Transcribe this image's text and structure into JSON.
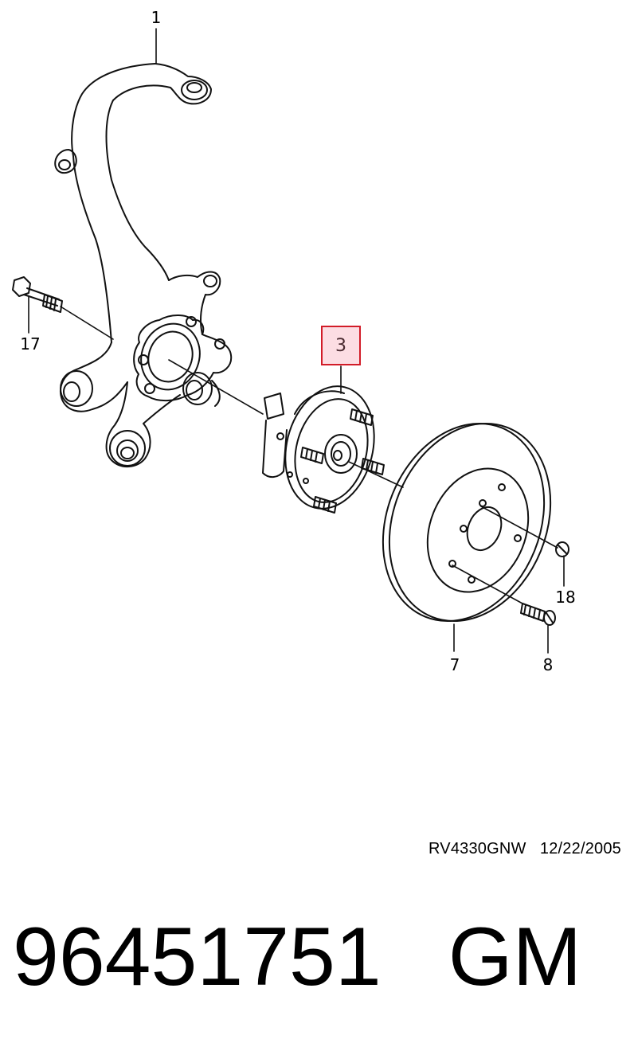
{
  "callouts": {
    "c1": "1",
    "c3": "3",
    "c7": "7",
    "c8": "8",
    "c17": "17",
    "c18": "18"
  },
  "highlight": {
    "fill": "#fcdde3",
    "border": "#d21c28"
  },
  "footer": {
    "drawing_code": "RV4330GNW",
    "date": "12/22/2005",
    "part_number": "96451751",
    "brand": "GM"
  }
}
